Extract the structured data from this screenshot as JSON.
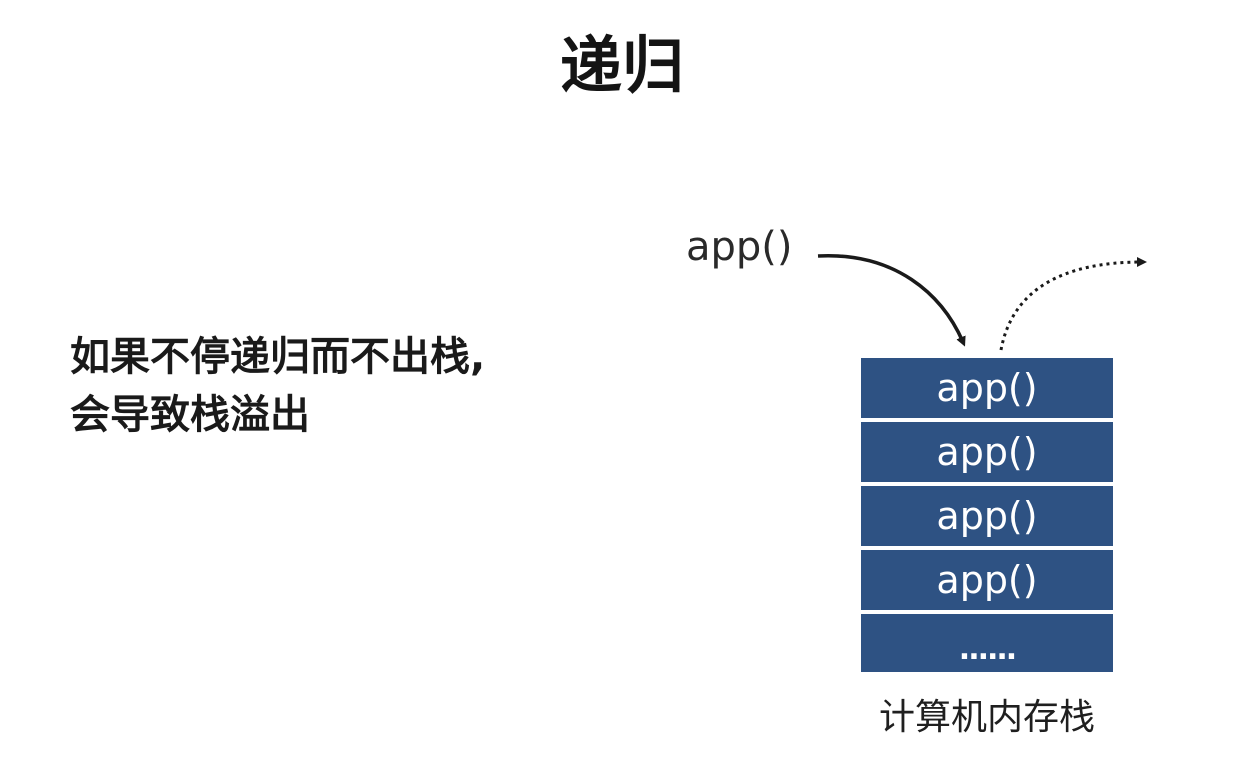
{
  "title": "递归",
  "description": {
    "line1": "如果不停递归而不出栈,",
    "line2": "会导致栈溢出"
  },
  "call_label": "app()",
  "stack": {
    "frames": [
      "app()",
      "app()",
      "app()",
      "app()"
    ],
    "ellipsis": "......",
    "caption": "计算机内存栈"
  },
  "colors": {
    "stack_frame": "#2e5283",
    "frame_text": "#ffffff",
    "arrow": "#1a1a1a"
  }
}
